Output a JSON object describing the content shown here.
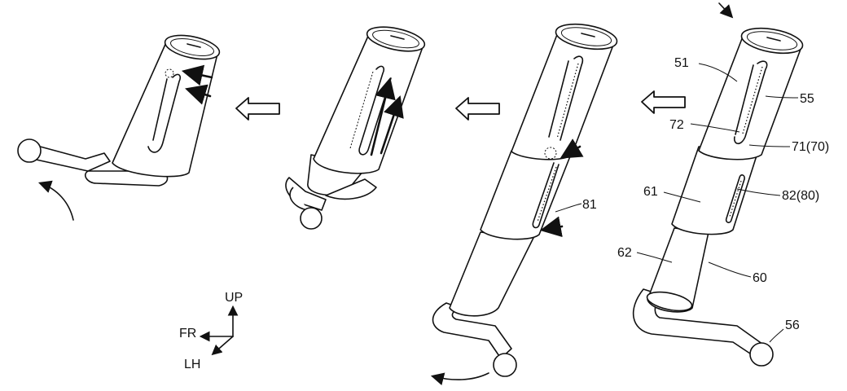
{
  "labels": {
    "r51": "51",
    "r55": "55",
    "r72": "72",
    "r71": "71(70)",
    "r61": "61",
    "r82": "82(80)",
    "r62": "62",
    "r60": "60",
    "r56": "56",
    "r81": "81"
  },
  "axes": {
    "up": "UP",
    "fr": "FR",
    "lh": "LH"
  }
}
